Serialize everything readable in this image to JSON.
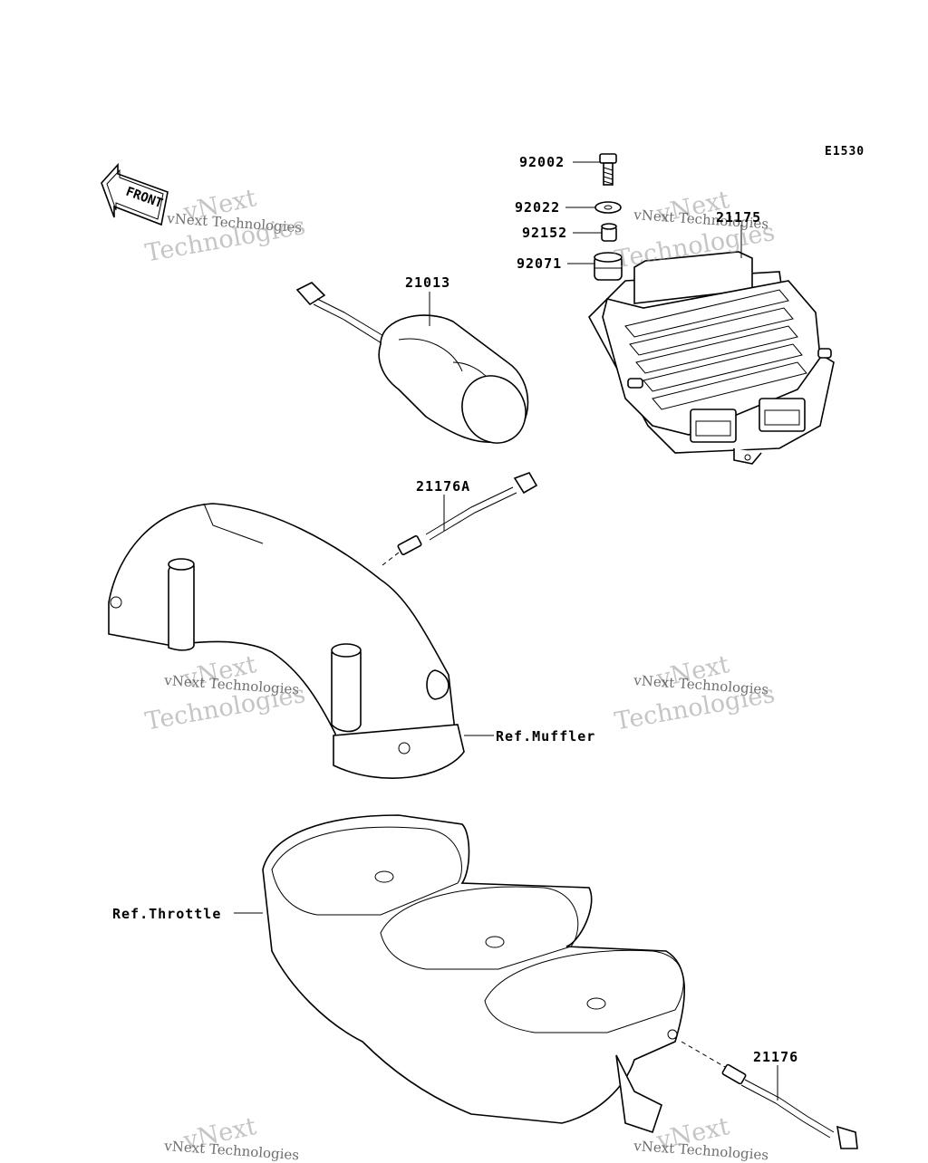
{
  "diagram_id": "E1530",
  "front_label": "FRONT",
  "callouts": {
    "p92002": "92002",
    "p92022": "92022",
    "p92152": "92152",
    "p92071": "92071",
    "p21175": "21175",
    "p21013": "21013",
    "p21176A": "21176A",
    "p21176": "21176",
    "ref_muffler": "Ref.Muffler",
    "ref_throttle": "Ref.Throttle"
  },
  "watermark": {
    "line1": "vNext",
    "line2": "vNext Technologies",
    "line3": "Technologies"
  }
}
